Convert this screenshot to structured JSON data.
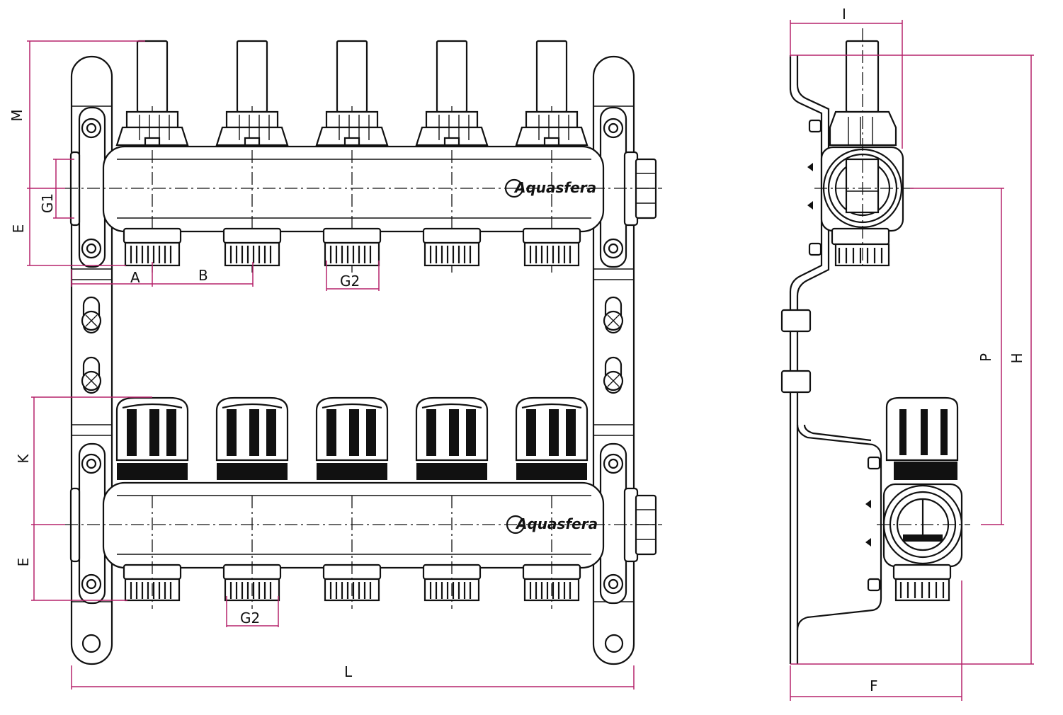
{
  "dimension_labels": {
    "M": "M",
    "E_top": "E",
    "G1": "G1",
    "A": "A",
    "B": "B",
    "G2_top": "G2",
    "K": "K",
    "E_bottom": "E",
    "G2_bottom": "G2",
    "L": "L",
    "I": "I",
    "P": "P",
    "H": "H",
    "F": "F"
  },
  "brand": "Aquasfera",
  "outlet_count": 5,
  "colors": {
    "line": "#111111",
    "dimension": "#b5236b",
    "background": "#ffffff"
  }
}
